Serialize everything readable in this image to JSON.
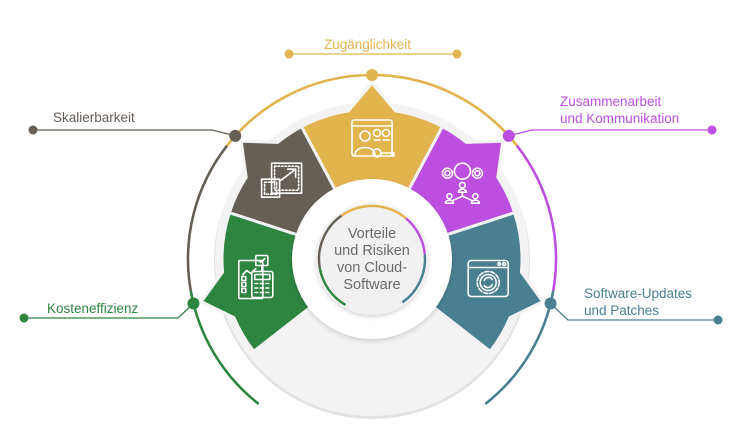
{
  "title": {
    "lines": [
      "Vorteile",
      "und Risiken",
      "von Cloud-",
      "Software"
    ]
  },
  "colors": {
    "background": "#ffffff",
    "disc": "#f3f3f3",
    "disc_shadow": "#e2e2e2",
    "ring": "#ffffff",
    "center": "#f1f1f1",
    "icon_stroke": "#ffffff"
  },
  "segments": [
    {
      "id": "kosteneffizienz",
      "label_lines": [
        "Kosteneffizienz"
      ],
      "color": "#2e8540",
      "icon": "calculator-chart-icon"
    },
    {
      "id": "skalierbarkeit",
      "label_lines": [
        "Skalierbarkeit"
      ],
      "color": "#655f55",
      "icon": "scale-up-icon"
    },
    {
      "id": "zugaenglichkeit",
      "label_lines": [
        "Zugänglichkeit"
      ],
      "color": "#e2b44d",
      "icon": "user-access-key-icon"
    },
    {
      "id": "zusammenarbeit",
      "label_lines": [
        "Zusammenarbeit",
        "und Kommunikation"
      ],
      "color": "#bc4fe0",
      "icon": "collaboration-gears-icon"
    },
    {
      "id": "software-updates",
      "label_lines": [
        "Software-Updates",
        "und Patches"
      ],
      "color": "#4a7f91",
      "icon": "update-window-gear-icon"
    }
  ]
}
